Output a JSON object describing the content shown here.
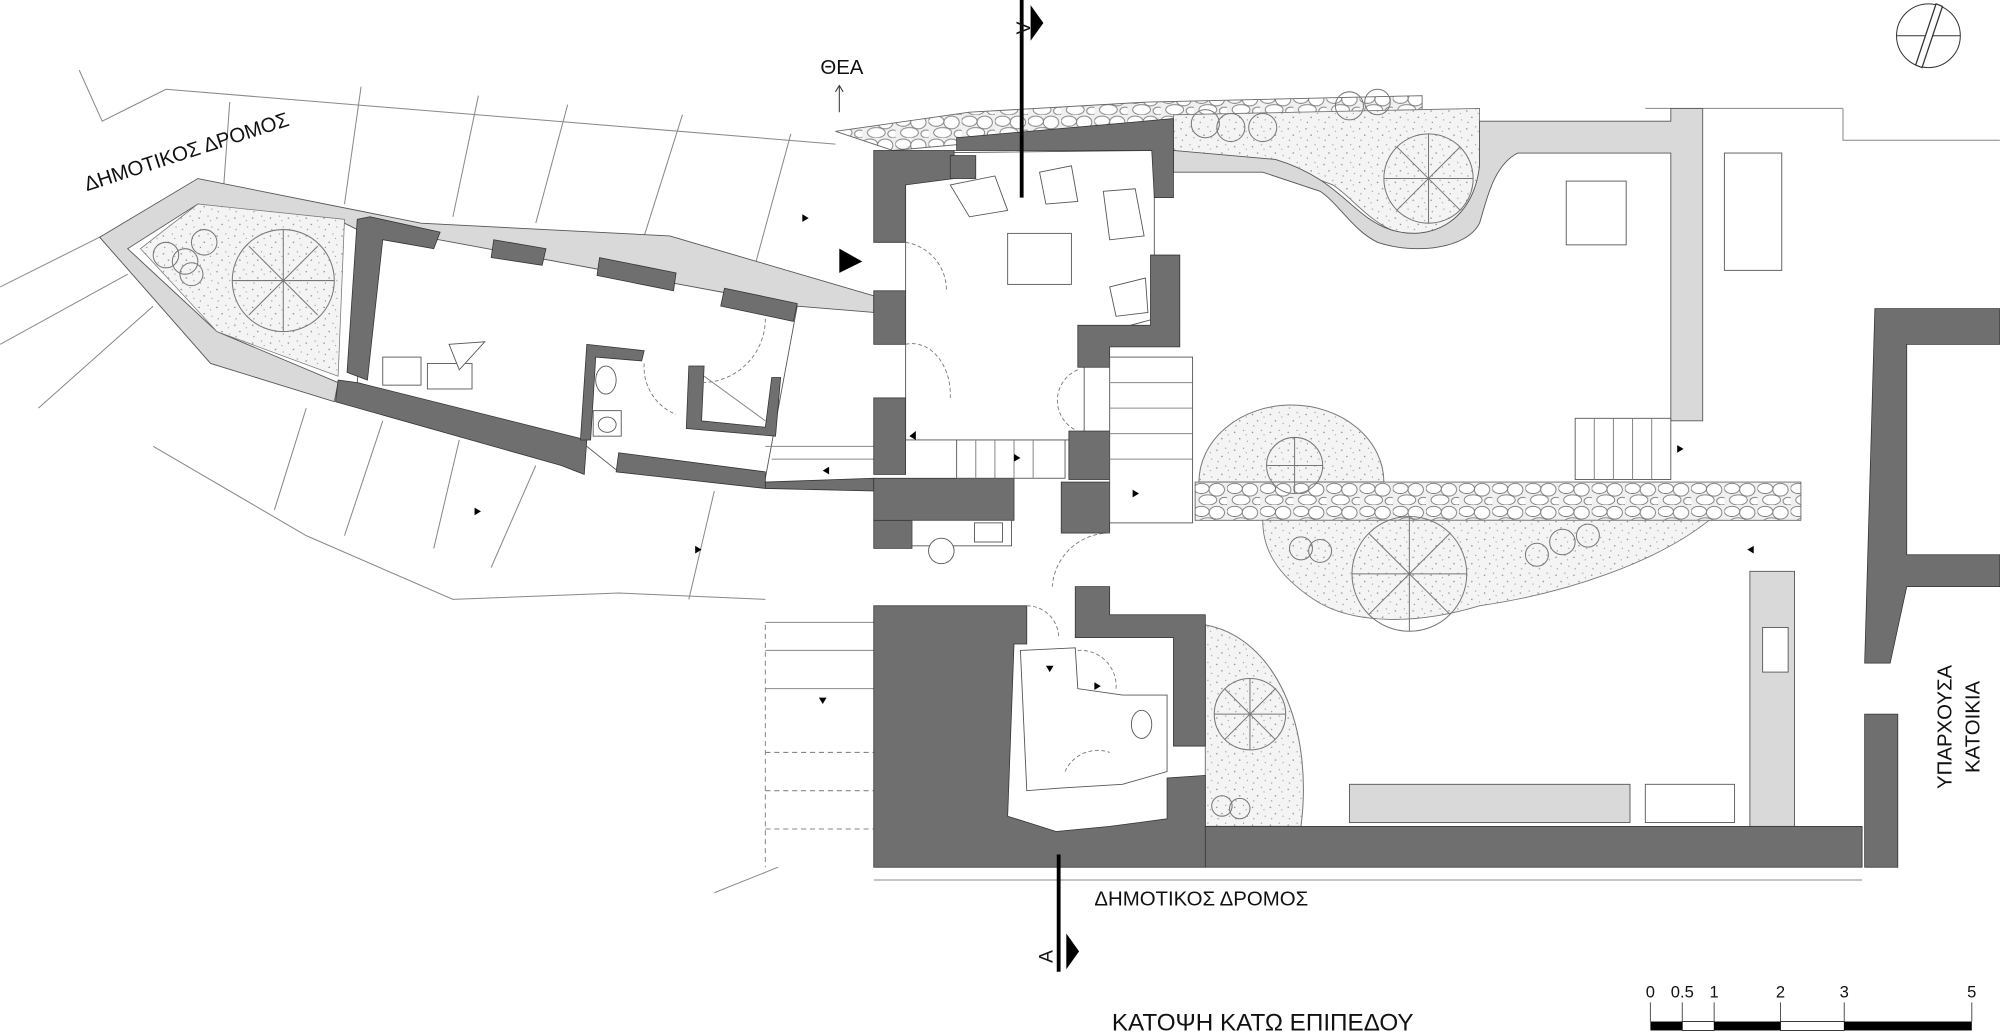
{
  "title": "ΚΑΤΟΨΗ ΚΑΤΩ ΕΠΙΠΕΔΟΥ",
  "labels": {
    "road_top": "ΔΗΜΟΤΙΚΟΣ  ΔΡΟΜΟΣ",
    "road_bottom": "ΔΗΜΟΤΙΚΟΣ  ΔΡΟΜΟΣ",
    "view": "ΘΕΑ",
    "existing_house_line1": "ΥΠΑΡΧΟΥΣΑ",
    "existing_house_line2": "ΚΑΤΟΙΚΙΑ",
    "section_top": "Α",
    "section_bottom": "Α"
  },
  "scale_bar": {
    "unit": "m",
    "ticks": [
      "0",
      "0.5",
      "1",
      "2",
      "3",
      "5"
    ]
  },
  "colors": {
    "wall": "#6f6f6f",
    "paving": "#d9d9d9",
    "line": "#555555"
  }
}
